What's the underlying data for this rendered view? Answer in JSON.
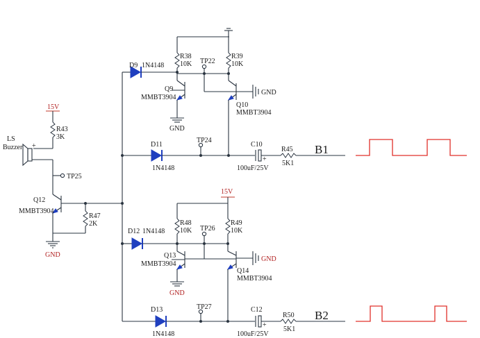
{
  "labels": {
    "ls": "LS",
    "buzzer": "Buzzer",
    "plus": "+",
    "v15_top_left": "15V",
    "r43": "R43",
    "r43_val": "3K",
    "tp25": "TP25",
    "q12": "Q12",
    "q12_part": "MMBT3904",
    "r47": "R47",
    "r47_val": "2K",
    "gnd_left": "GND",
    "d9": "D9",
    "d9_part": "1N4148",
    "r38": "R38",
    "r38_val": "10K",
    "tp22": "TP22",
    "r39": "R39",
    "r39_val": "10K",
    "q9": "Q9",
    "q9_part": "MMBT3904",
    "gnd_q10": "GND",
    "q10": "Q10",
    "q10_part": "MMBT3904",
    "gnd_q9": "GND",
    "d11": "D11",
    "d11_part": "1N4148",
    "tp24": "TP24",
    "c10": "C10",
    "c10_val": "100uF/25V",
    "r45": "R45",
    "r45_val": "5K1",
    "b1": "B1",
    "v15_mid": "15V",
    "d12": "D12",
    "d12_part": "1N4148",
    "r48": "R48",
    "r48_val": "10K",
    "tp26": "TP26",
    "r49": "R49",
    "r49_val": "10K",
    "q13": "Q13",
    "q13_part": "MMBT3904",
    "gnd_q14": "GND",
    "q14": "Q14",
    "q14_part": "MMBT3904",
    "gnd_q13": "GND",
    "d13": "D13",
    "d13_part": "1N4148",
    "tp27": "TP27",
    "c12": "C12",
    "c12_val": "100uF/25V",
    "r50": "R50",
    "r50_val": "5K1",
    "b2": "B2"
  },
  "colors": {
    "wire": "#2a3440",
    "power": "#b22222",
    "diode": "#1f3fbf",
    "waveform": "#e0302a"
  }
}
